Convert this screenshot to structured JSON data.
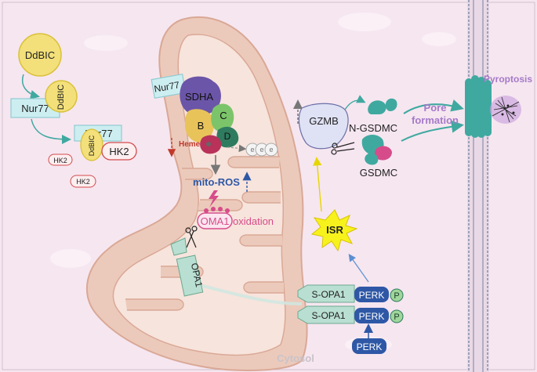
{
  "labels": {
    "ddbic_top": "DdBIC",
    "ddbic_rot": "DdBIC",
    "nur77_left": "Nur77",
    "nur77_complex": "Nur77",
    "ddbic_small": "DdBIC",
    "hk2_complex": "HK2",
    "hk2_a": "HK2",
    "hk2_b": "HK2",
    "nur77_mito": "Nur77",
    "sdha": "SDHA",
    "sub_b": "B",
    "sub_c": "C",
    "sub_d": "D",
    "heme": "Heme",
    "electron": "e",
    "mito_ros": "mito-ROS",
    "oma1": "OMA1",
    "oxidation": "oxidation",
    "opa1": "OPA1",
    "gzmb": "GZMB",
    "n_gsdmc": "N-GSDMC",
    "gsdmc": "GSDMC",
    "pore_formation_1": "Pore",
    "pore_formation_2": "formation",
    "pyroptosis": "Pyroptosis",
    "isr": "ISR",
    "s_opa1_1": "S-OPA1",
    "s_opa1_2": "S-OPA1",
    "perk_1": "PERK",
    "perk_2": "PERK",
    "perk_free": "PERK",
    "p_1": "P",
    "p_2": "P",
    "cytosol": "Cytosol"
  },
  "colors": {
    "background": "#f6e6f0",
    "mito_outer": "#eccabb",
    "mito_inner": "#f7e4dc",
    "ddbic": "#f3e07a",
    "nur77_box": "#cdeef1",
    "hk2_text": "#d24b4b",
    "sdha": "#6b55a8",
    "perk": "#2e58a6",
    "s_opa1": "#b9dfd2",
    "gsdmc_teal": "#3fa9a0",
    "purple_text": "#a57ac8",
    "pink": "#d64c8a",
    "isr": "#f7f21c"
  }
}
